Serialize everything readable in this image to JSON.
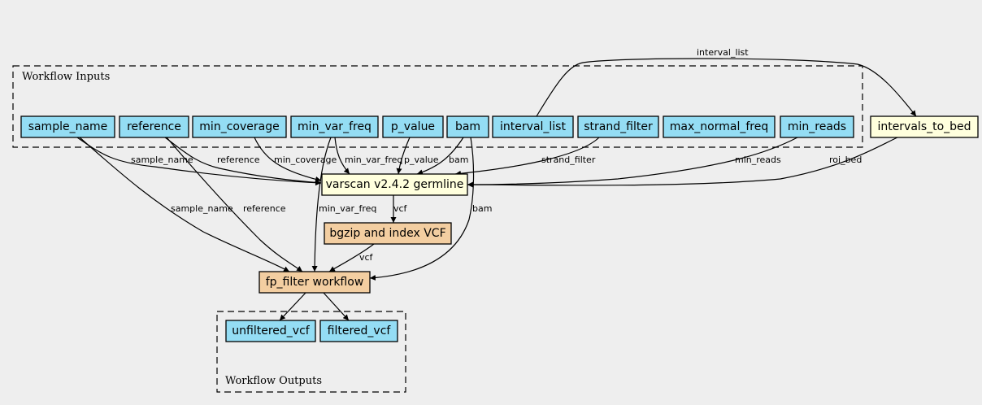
{
  "colors": {
    "input": "#94ddf4",
    "output": "#94ddf4",
    "tool": "#ffffdd",
    "subworkflow": "#f3cea1",
    "background": "#eeeeee"
  },
  "clusters": {
    "inputs": "Workflow Inputs",
    "outputs": "Workflow Outputs"
  },
  "nodes": {
    "sample_name": "sample_name",
    "reference": "reference",
    "min_coverage": "min_coverage",
    "min_var_freq": "min_var_freq",
    "p_value": "p_value",
    "bam": "bam",
    "interval_list": "interval_list",
    "strand_filter": "strand_filter",
    "max_normal_freq": "max_normal_freq",
    "min_reads": "min_reads",
    "intervals_to_bed": "intervals_to_bed",
    "varscan": "varscan v2.4.2 germline",
    "bgzip": "bgzip and index VCF",
    "fp_filter": "fp_filter workflow",
    "unfiltered_vcf": "unfiltered_vcf",
    "filtered_vcf": "filtered_vcf"
  },
  "edges": {
    "interval_list_to_bed": "interval_list",
    "sample_name_to_varscan": "sample_name",
    "reference_to_varscan": "reference",
    "min_coverage_to_varscan": "min_coverage",
    "min_var_freq_to_varscan": "min_var_freq",
    "p_value_to_varscan": "p_value",
    "bam_to_varscan": "bam",
    "strand_filter_to_varscan": "strand_filter",
    "min_reads_to_varscan": "min_reads",
    "roi_bed_to_varscan": "roi_bed",
    "varscan_to_bgzip": "vcf",
    "sample_name_to_fp": "sample_name",
    "reference_to_fp": "reference",
    "min_var_freq_to_fp": "min_var_freq",
    "bam_to_fp": "bam",
    "bgzip_to_fp": "vcf"
  }
}
